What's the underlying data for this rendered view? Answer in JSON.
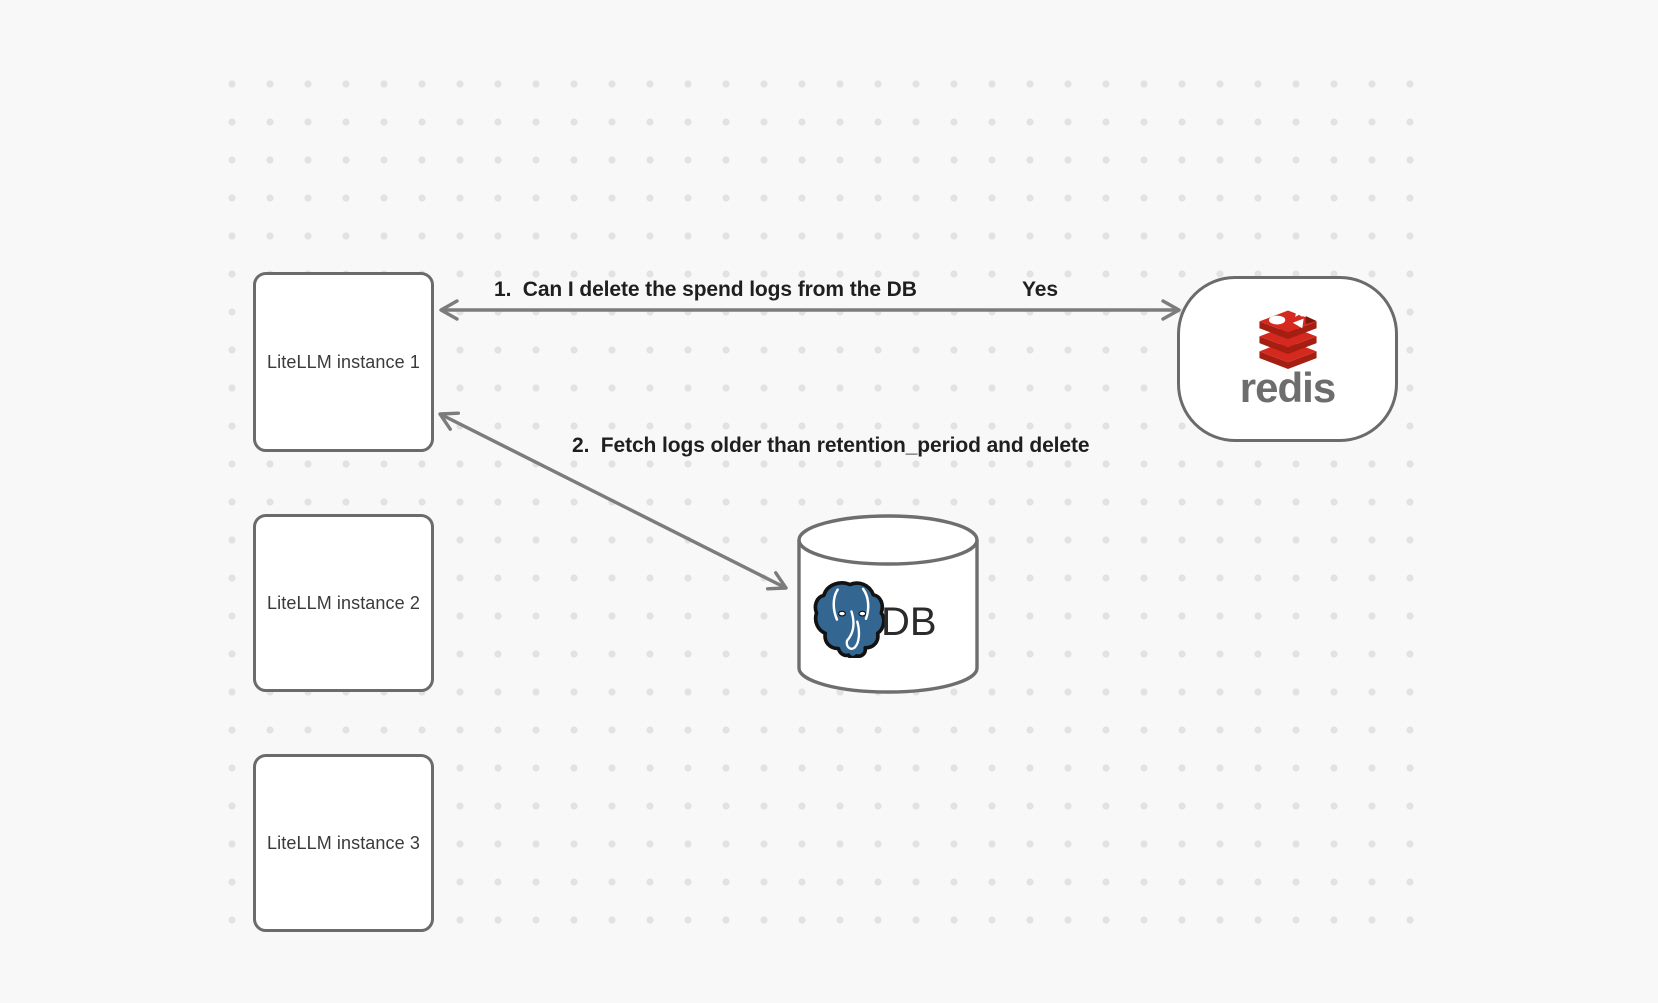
{
  "nodes": {
    "instance1": {
      "label": "LiteLLM instance 1"
    },
    "instance2": {
      "label": "LiteLLM instance 2"
    },
    "instance3": {
      "label": "LiteLLM instance 3"
    },
    "redis": {
      "label": "redis"
    },
    "database": {
      "label": "DB"
    }
  },
  "edges": {
    "edge1": {
      "label": "1.  Can I delete the spend logs from the DB",
      "response": "Yes"
    },
    "edge2": {
      "label": "2.  Fetch logs older than retention_period and delete"
    }
  },
  "colors": {
    "background": "#f8f8f8",
    "dot": "#e2e2e2",
    "node_border": "#6b6b6b",
    "arrow": "#7c7c7c",
    "label_text": "#1f1f1f",
    "redis_red": "#d5281e",
    "redis_dark_red": "#a41e11",
    "redis_gray": "#6d6d6d",
    "postgres_blue": "#336791"
  }
}
